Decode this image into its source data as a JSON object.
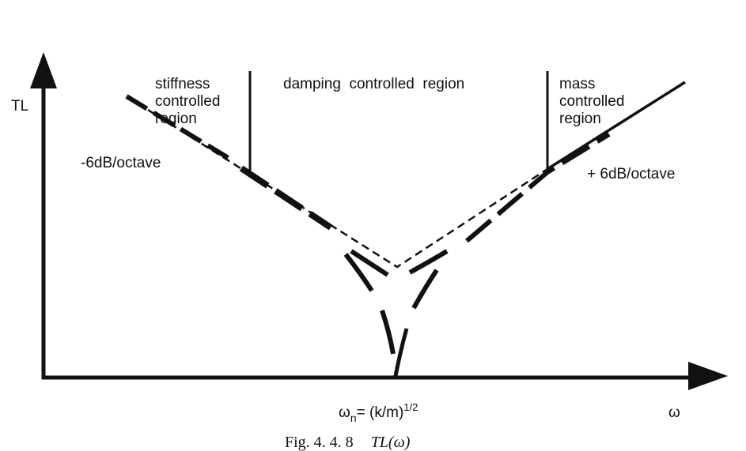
{
  "axes": {
    "y_label": "TL",
    "x_label": "ω"
  },
  "regions": {
    "stiffness": [
      "stiffness",
      "controlled",
      "region"
    ],
    "damping": "damping  controlled  region",
    "mass": [
      "mass",
      "controlled",
      "region"
    ]
  },
  "slopes": {
    "left": "-6dB/octave",
    "right": "+ 6dB/octave"
  },
  "resonance": {
    "symbol": "ω",
    "subscript": "n",
    "expr": "= (k/m)",
    "power": "1/2"
  },
  "caption": {
    "fig": "Fig. 4. 4. 8",
    "title": "TL(ω)"
  }
}
